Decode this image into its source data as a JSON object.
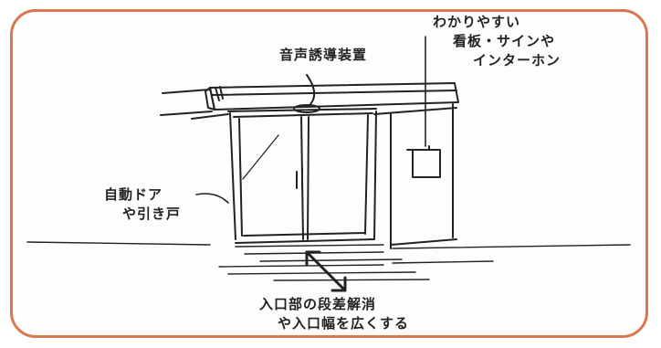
{
  "labels": {
    "audio_guidance": "音声誘導装置",
    "signage_line1": "わかりやすい",
    "signage_line2": "看板・サインや",
    "signage_line3": "インターホン",
    "auto_door_line1": "自動ドア",
    "auto_door_line2": "や引き戸",
    "entrance_line1": "入口部の段差解消",
    "entrance_line2": "や入口幅を広くする"
  },
  "colors": {
    "frame": "#d9774e",
    "ink": "#222222"
  }
}
